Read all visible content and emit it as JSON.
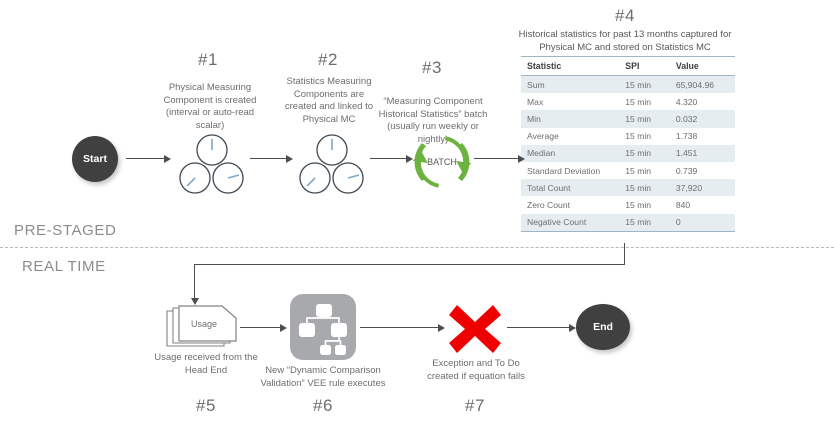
{
  "diagram": {
    "bands": {
      "prestaged": "PRE-STAGED",
      "realtime": "REAL TIME"
    },
    "nodes": {
      "start": "Start",
      "end": "End",
      "batch": "BATCH",
      "usage": "Usage"
    },
    "steps": [
      {
        "number": "#1",
        "description": "Physical Measuring Component is created (interval  or auto-read scalar)"
      },
      {
        "number": "#2",
        "description": "Statistics Measuring Components are created and linked to Physical MC"
      },
      {
        "number": "#3",
        "description": "“Measuring Component Historical Statistics” batch (usually run weekly or nightly)"
      },
      {
        "number": "#4",
        "description": "Historical statistics for past 13 months captured for Physical MC and stored on Statistics MC"
      },
      {
        "number": "#5",
        "description": "Usage received from the Head End"
      },
      {
        "number": "#6",
        "description": "New “Dynamic Comparison Validation” VEE rule executes"
      },
      {
        "number": "#7",
        "description": "Exception and To Do created if equation fails"
      }
    ],
    "stats_table": {
      "columns": [
        "Statistic",
        "SPI",
        "Value"
      ],
      "rows": [
        [
          "Sum",
          "15 min",
          "65,904.96"
        ],
        [
          "Max",
          "15 min",
          "4.320"
        ],
        [
          "Min",
          "15 min",
          "0.032"
        ],
        [
          "Average",
          "15 min",
          "1.738"
        ],
        [
          "Median",
          "15 min",
          "1.451"
        ],
        [
          "Standard Deviation",
          "15 min",
          "0.739"
        ],
        [
          "Total Count",
          "15 min",
          "37,920"
        ],
        [
          "Zero Count",
          "15 min",
          "840"
        ],
        [
          "Negative Count",
          "15 min",
          "0"
        ]
      ]
    },
    "colors": {
      "node_fill": "#404040",
      "batch_green": "#6cb33f",
      "error_red": "#ee0000",
      "vee_gray": "#a7a9ac",
      "table_stripe": "#e6edf1",
      "table_rule": "#9eb6c4",
      "text_gray": "#6d6e71"
    }
  }
}
